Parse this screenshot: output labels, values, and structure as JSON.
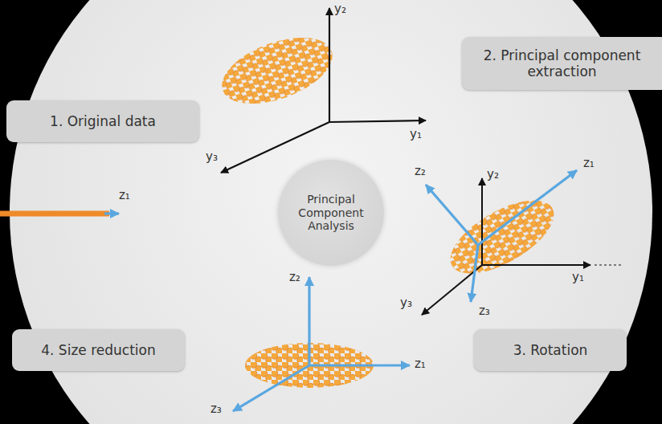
{
  "diagram": {
    "nodes": [
      {
        "text": [
          "1. Original data"
        ]
      },
      {
        "text": [
          "2. Principal component extraction"
        ]
      },
      {
        "text": [
          "Principal Component Analysis"
        ]
      },
      {
        "text": [
          "3. Rotation"
        ]
      },
      {
        "text": [
          "4. Size reduction"
        ]
      }
    ],
    "labels": [
      "y₂",
      "y₁",
      "y₃",
      "z₁",
      "z₂",
      "y₂",
      "z₁",
      "y₁",
      "y₃",
      "z₃",
      "z₂",
      "z₁",
      "z₃"
    ]
  }
}
